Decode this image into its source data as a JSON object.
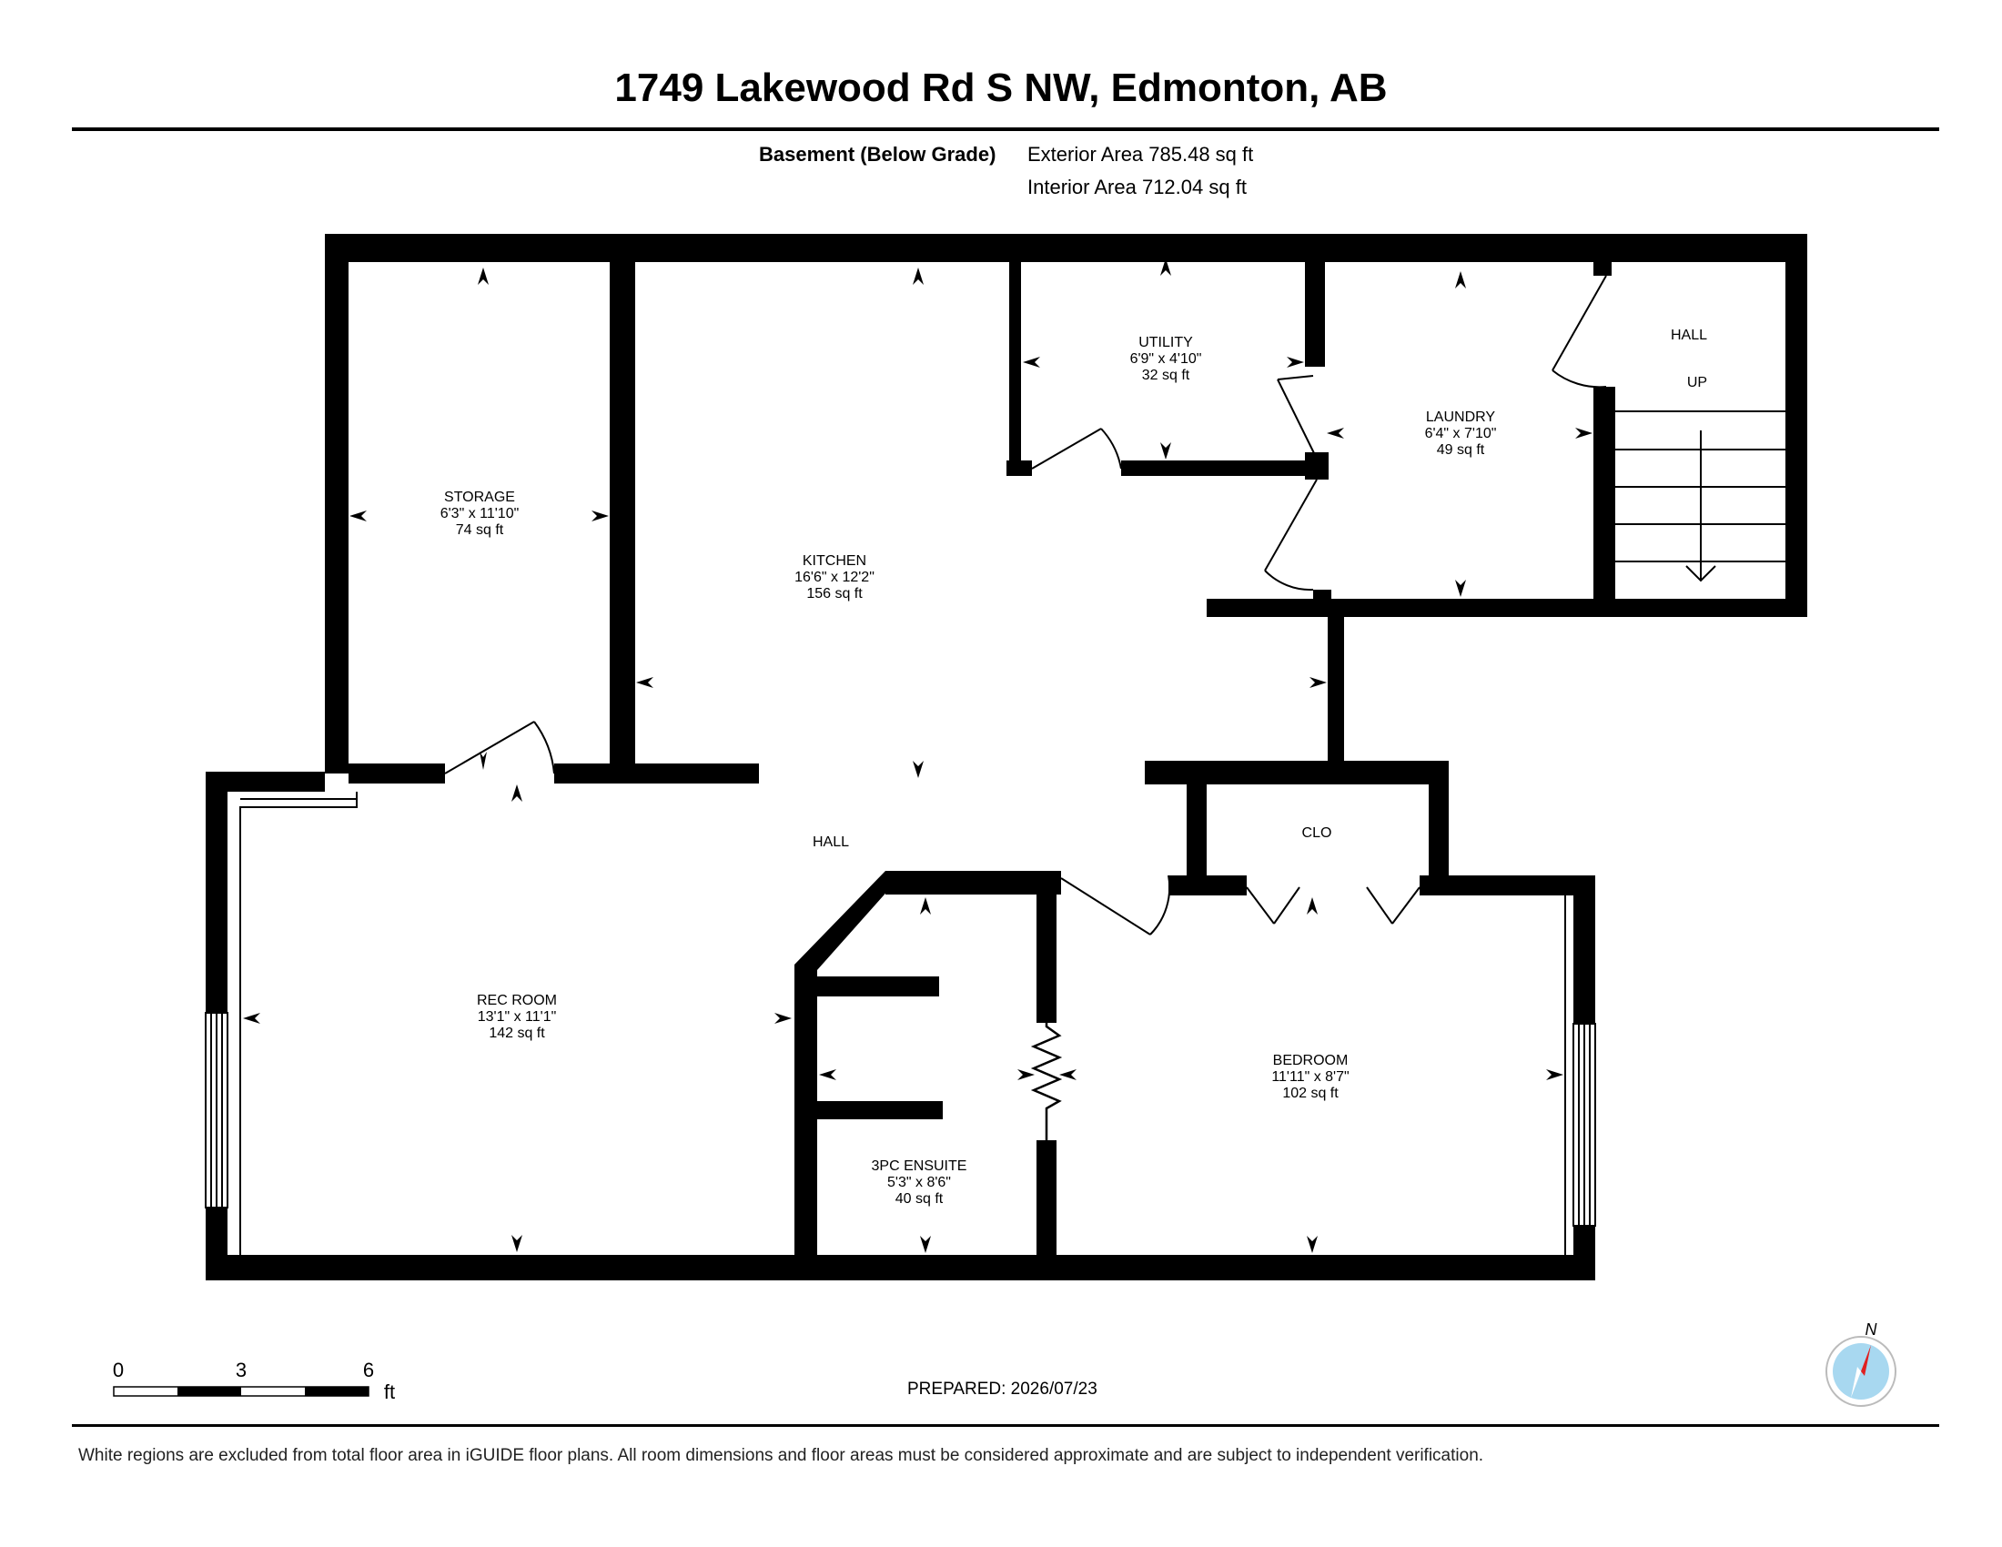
{
  "title": "1749 Lakewood Rd S NW, Edmonton, AB",
  "level": {
    "name": "Basement (Below Grade)",
    "exterior_area": "Exterior Area 785.48 sq ft",
    "interior_area": "Interior Area 712.04 sq ft"
  },
  "rooms": {
    "storage": {
      "name": "STORAGE",
      "dims": "6'3\" x 11'10\"",
      "area": "74 sq ft"
    },
    "kitchen": {
      "name": "KITCHEN",
      "dims": "16'6\" x 12'2\"",
      "area": "156 sq ft"
    },
    "utility": {
      "name": "UTILITY",
      "dims": "6'9\" x 4'10\"",
      "area": "32 sq ft"
    },
    "laundry": {
      "name": "LAUNDRY",
      "dims": "6'4\" x 7'10\"",
      "area": "49 sq ft"
    },
    "rec_room": {
      "name": "REC ROOM",
      "dims": "13'1\" x 11'1\"",
      "area": "142 sq ft"
    },
    "ensuite": {
      "name": "3PC ENSUITE",
      "dims": "5'3\" x 8'6\"",
      "area": "40 sq ft"
    },
    "bedroom": {
      "name": "BEDROOM",
      "dims": "11'11\" x 8'7\"",
      "area": "102 sq ft"
    },
    "hall_top": {
      "name": "HALL"
    },
    "stairs": {
      "name": "UP"
    },
    "hall_main": {
      "name": "HALL"
    },
    "closet": {
      "name": "CLO"
    }
  },
  "scale": {
    "ticks": [
      "0",
      "3",
      "6"
    ],
    "unit": "ft"
  },
  "compass": {
    "label": "N",
    "needle_color": "#e02020",
    "disc_color": "#a8d8f0"
  },
  "prepared": "PREPARED: 2026/07/23",
  "disclaimer": "White regions are excluded from total floor area in iGUIDE floor plans. All room dimensions and floor areas must be considered approximate and are subject to independent verification."
}
